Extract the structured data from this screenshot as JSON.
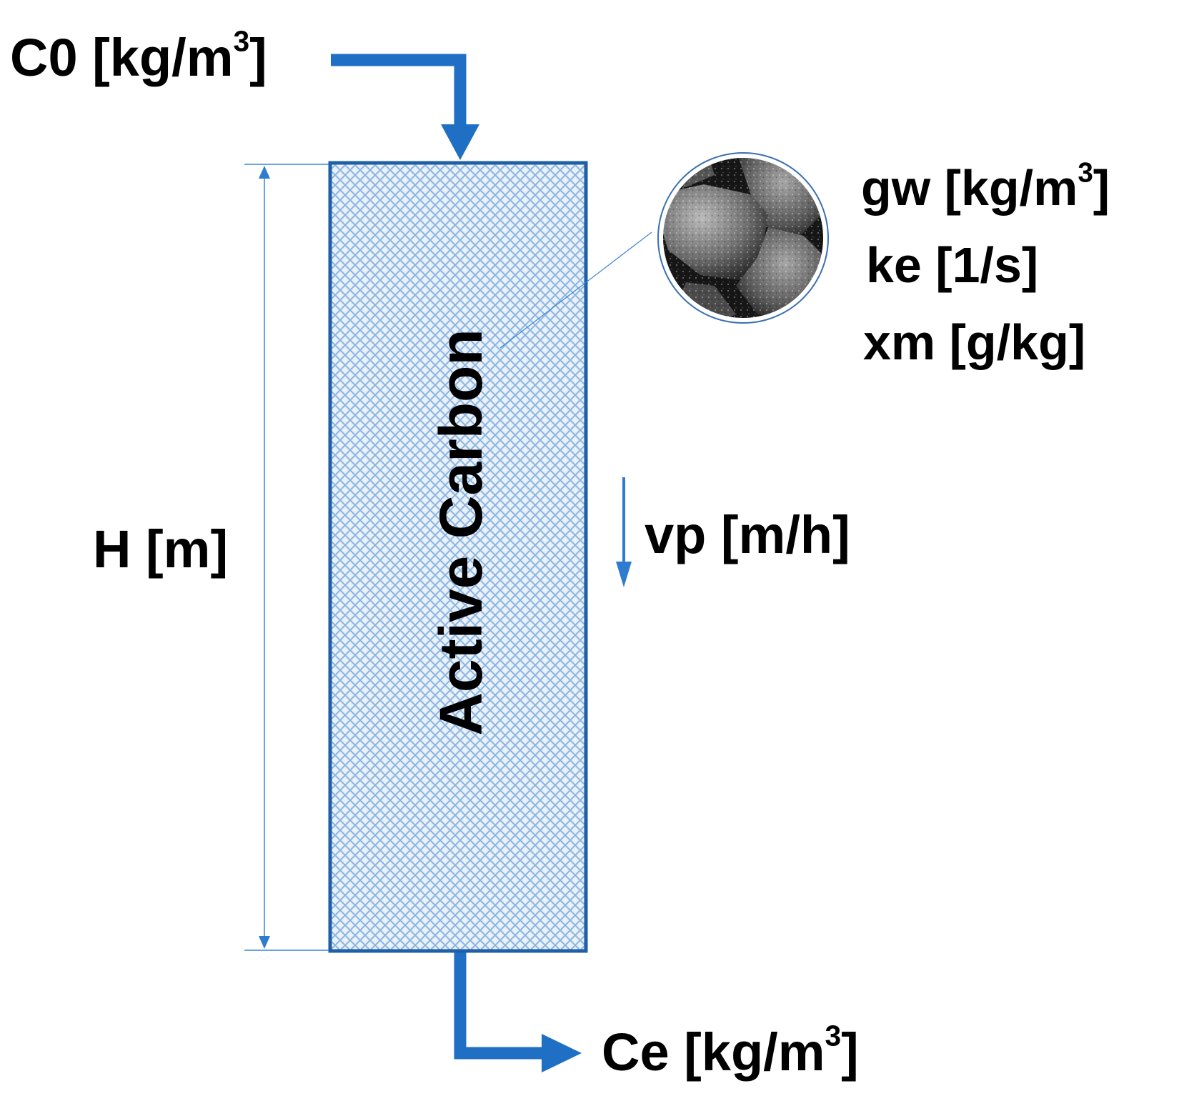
{
  "labels": {
    "inlet_concentration": {
      "text": "C0 [kg/m",
      "sup": "3",
      "close": "]"
    },
    "outlet_concentration": {
      "text": "Ce [kg/m",
      "sup": "3",
      "close": "]"
    },
    "column_height": "H [m]",
    "column_material": "Active Carbon",
    "velocity": "vp [m/h]",
    "density": {
      "text": "gw [kg/m",
      "sup": "3",
      "close": "]"
    },
    "rate_constant": "ke [1/s]",
    "capacity": "xm [g/kg]"
  },
  "colors": {
    "flow_arrow": "#1f6fc4",
    "column_border": "#1f5fa8",
    "column_hatch": "#8ab4e0",
    "dimension_line": "#3b86d4",
    "text": "#000000"
  },
  "icons": {
    "particle_image": "activated-carbon-particles-micrograph"
  }
}
